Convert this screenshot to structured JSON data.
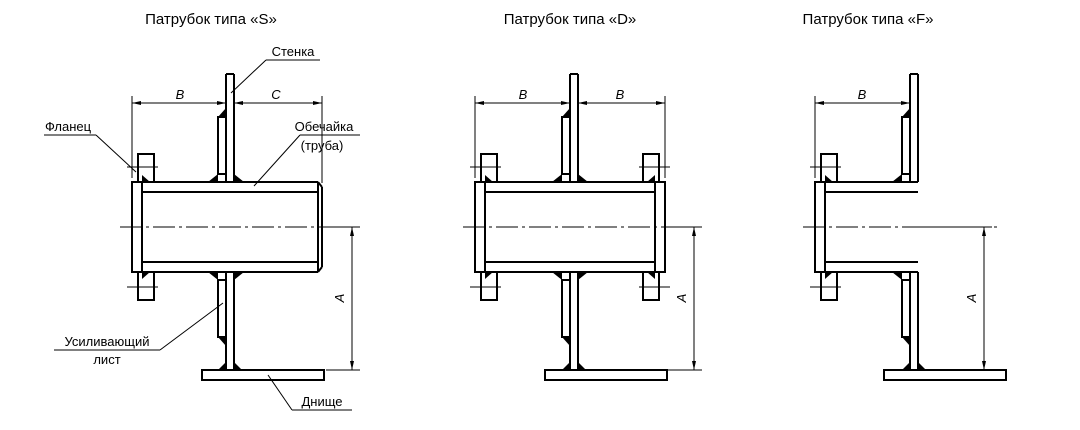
{
  "titles": {
    "s": "Патрубок типа «S»",
    "d": "Патрубок типа «D»",
    "f": "Патрубок типа «F»"
  },
  "labels": {
    "wall": "Стенка",
    "flange": "Фланец",
    "shell_line1": "Обечайка",
    "shell_line2": "(труба)",
    "reinforcement_line1": "Усиливающий",
    "reinforcement_line2": "лист",
    "bottom": "Днище"
  },
  "dimensions": {
    "b": "B",
    "c": "C",
    "a": "A"
  }
}
